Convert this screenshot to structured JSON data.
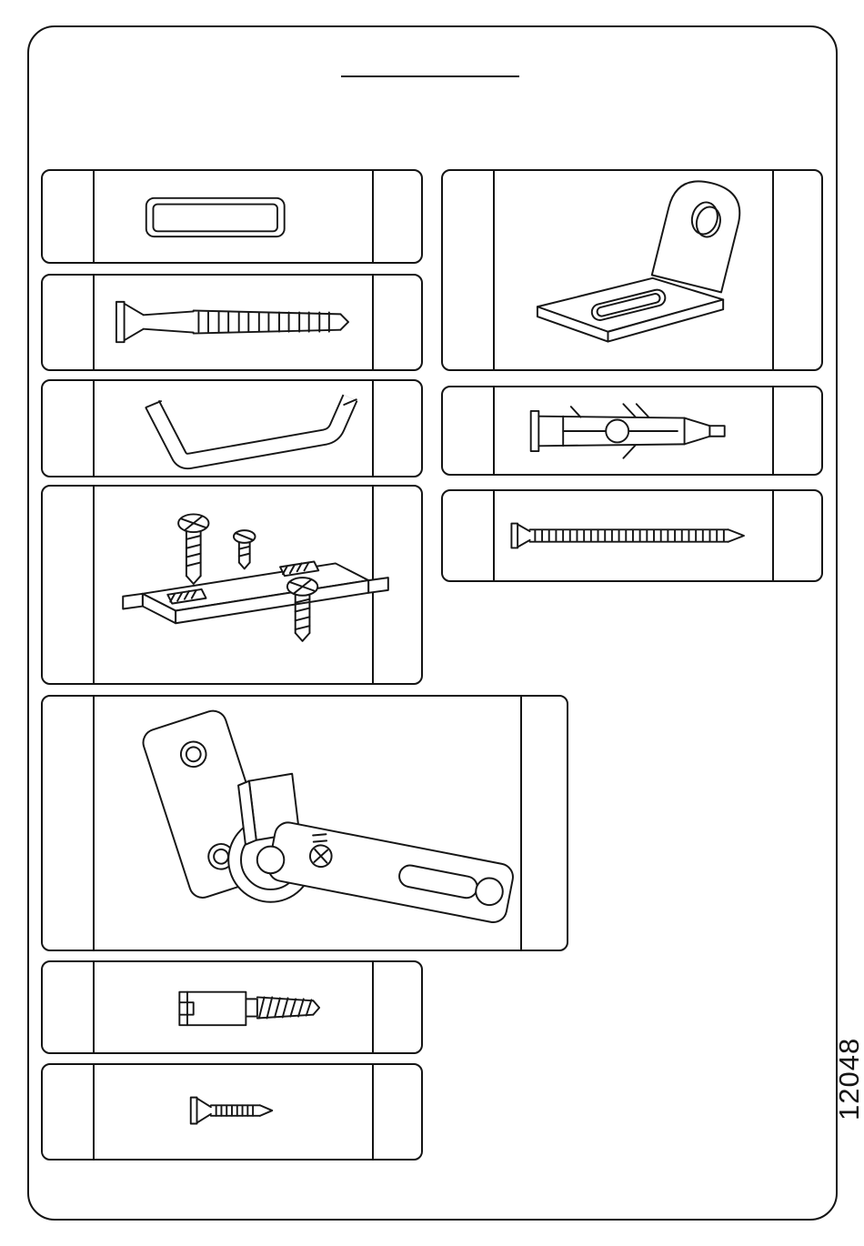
{
  "page": {
    "code": "12048"
  },
  "parts": [
    {
      "name": "flat-dowel",
      "icon": "flat-dowel-icon"
    },
    {
      "name": "wood-screw",
      "icon": "wood-screw-icon"
    },
    {
      "name": "allen-key",
      "icon": "allen-key-icon"
    },
    {
      "name": "hinge-mounting-plate",
      "icon": "hinge-mounting-plate-icon"
    },
    {
      "name": "concealed-hinge",
      "icon": "concealed-hinge-icon"
    },
    {
      "name": "connecting-bolt",
      "icon": "connecting-bolt-icon"
    },
    {
      "name": "small-countersunk-screw",
      "icon": "small-countersunk-screw-icon"
    },
    {
      "name": "angle-bracket",
      "icon": "angle-bracket-icon"
    },
    {
      "name": "wall-anchor",
      "icon": "wall-anchor-icon"
    },
    {
      "name": "long-wood-screw",
      "icon": "long-wood-screw-icon"
    }
  ]
}
